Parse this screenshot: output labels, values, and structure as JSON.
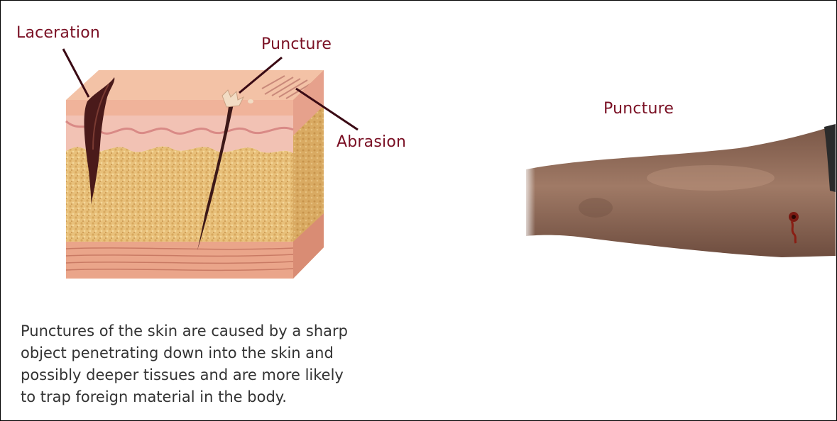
{
  "labels": {
    "laceration": "Laceration",
    "puncture_diagram": "Puncture",
    "abrasion": "Abrasion",
    "puncture_arm": "Puncture"
  },
  "caption": {
    "lines": [
      "Punctures of the skin are caused by a sharp",
      "object penetrating down into the skin and",
      "possibly deeper tissues and are more likely",
      "to trap foreign material in the body."
    ]
  },
  "colors": {
    "label": "#7a1024",
    "caption_text": "#333333",
    "skin_surface": "#f0b89c",
    "fat_layer": "#e8c07a",
    "muscle_layer": "#eaa58a",
    "wound": "#4a1a1a",
    "arm": "#8a6450"
  }
}
